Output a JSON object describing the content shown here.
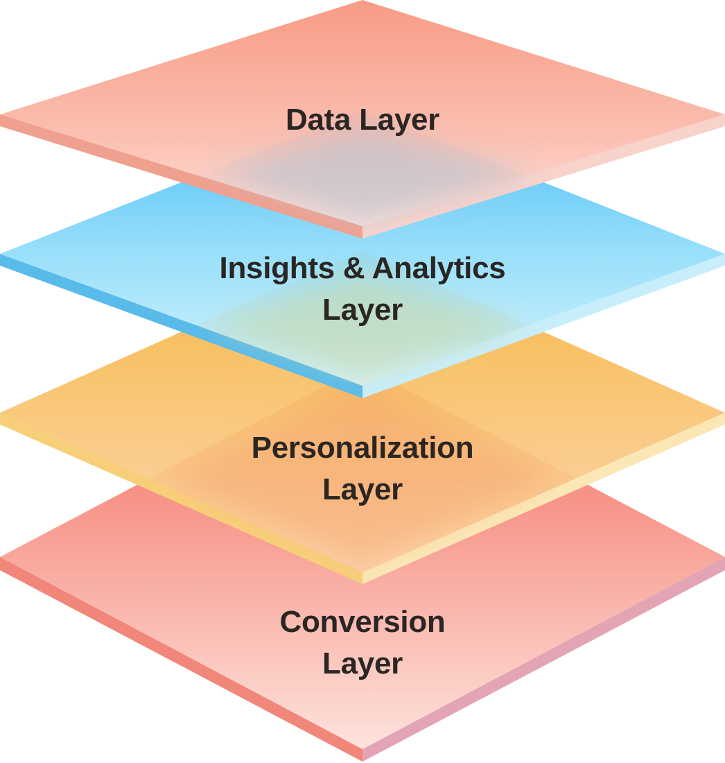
{
  "diagram": {
    "layers": [
      {
        "id": "data",
        "lines": [
          "Data Layer",
          ""
        ],
        "colors": {
          "top": "#f7967e",
          "bottom": "#fde0d9",
          "edge_left": "#f0a08e",
          "edge_right": "#f7d3cc"
        }
      },
      {
        "id": "insights",
        "lines": [
          "Insights & Analytics",
          "Layer"
        ],
        "colors": {
          "top": "#39b8f5",
          "bottom": "#d4f4fd",
          "edge_left": "#59bbea",
          "edge_right": "#c9eefb"
        }
      },
      {
        "id": "personalization",
        "lines": [
          "Personalization",
          "Layer"
        ],
        "colors": {
          "top": "#f6b134",
          "bottom": "#fdebc5",
          "edge_left": "#f7cf7a",
          "edge_right": "#fbe7b6"
        }
      },
      {
        "id": "conversion",
        "lines": [
          "Conversion",
          "Layer"
        ],
        "colors": {
          "top": "#f46a5c",
          "bottom": "#fde3dc",
          "edge_left": "#f1867a",
          "edge_right": "#e3a4b4"
        }
      }
    ]
  }
}
